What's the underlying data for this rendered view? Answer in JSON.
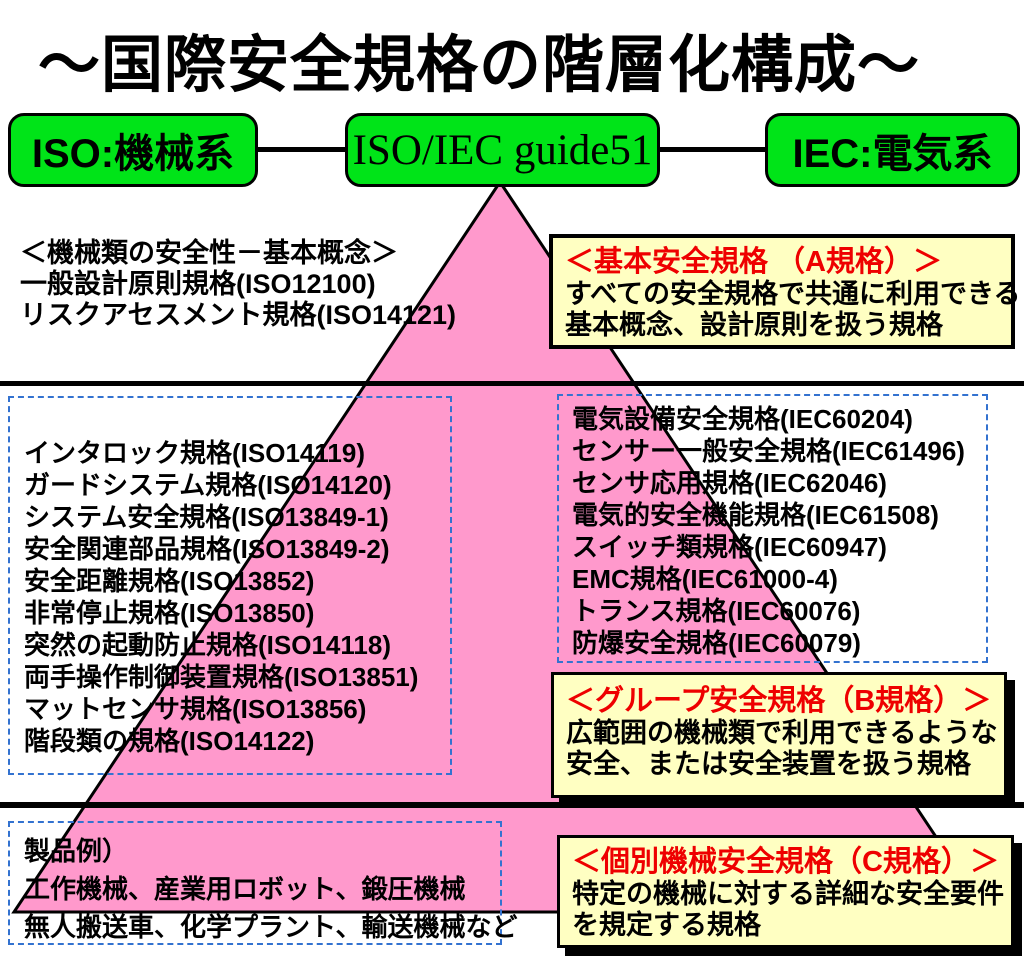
{
  "title": "～国際安全規格の階層化構成～",
  "top_row": {
    "boxes": [
      {
        "label": "ISO:機械系"
      },
      {
        "label": "ISO/IEC guide51"
      },
      {
        "label": "IEC:電気系"
      }
    ]
  },
  "machinery_block": {
    "lines": [
      "＜機械類の安全性－基本概念＞",
      "一般設計原則規格(ISO12100)",
      "リスクアセスメント規格(ISO14121)"
    ]
  },
  "standard_a_box": {
    "header": "＜基本安全規格 （A規格）＞",
    "body_lines": [
      "すべての安全規格で共通に利用できる",
      "基本概念、設計原則を扱う規格"
    ]
  },
  "iso_standards_box": {
    "lines": [
      "インタロック規格(ISO14119)",
      "ガードシステム規格(ISO14120)",
      "システム安全規格(ISO13849-1)",
      "安全関連部品規格(ISO13849-2)",
      "安全距離規格(ISO13852)",
      "非常停止規格(ISO13850)",
      "突然の起動防止規格(ISO14118)",
      "両手操作制御装置規格(ISO13851)",
      "マットセンサ規格(ISO13856)",
      "階段類の規格(ISO14122)"
    ]
  },
  "iec_standards_box": {
    "lines": [
      "電気設備安全規格(IEC60204)",
      "センサー一般安全規格(IEC61496)",
      "センサ応用規格(IEC62046)",
      "電気的安全機能規格(IEC61508)",
      "スイッチ類規格(IEC60947)",
      "EMC規格(IEC61000-4)",
      "トランス規格(IEC60076)",
      "防爆安全規格(IEC60079)"
    ]
  },
  "standard_b_box": {
    "header": "＜グループ安全規格（B規格）＞",
    "body_lines": [
      "広範囲の機械類で利用できるような",
      "安全、または安全装置を扱う規格"
    ]
  },
  "product_examples_box": {
    "lines": [
      "製品例）",
      "工作機械、産業用ロボット、鍛圧機械",
      "無人搬送車、化学プラント、輸送機械など"
    ]
  },
  "standard_c_box": {
    "header": "＜個別機械安全規格（C規格）＞",
    "body_lines": [
      "特定の機械に対する詳細な安全要件",
      "を規定する規格"
    ]
  },
  "colors": {
    "pyramid_pink": "#FF99CC",
    "header_green": "#00E418",
    "note_yellow": "#FFFFC2",
    "note_header_red": "#EE0000",
    "dashed_blue": "#3372D0",
    "line_black": "#000000",
    "background": "#FFFFFF"
  }
}
